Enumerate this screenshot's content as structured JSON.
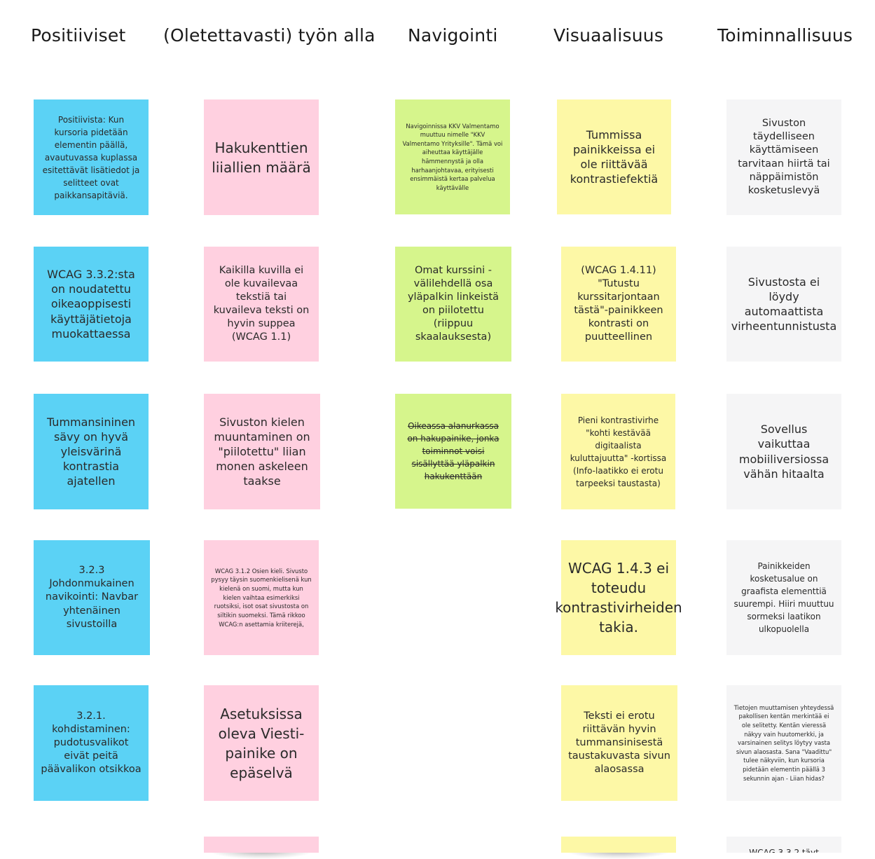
{
  "columns": [
    {
      "title": "Positiiviset"
    },
    {
      "title": "(Oletettavasti) työn alla"
    },
    {
      "title": "Navigointi"
    },
    {
      "title": "Visuaalisuus"
    },
    {
      "title": "Toiminnallisuus"
    }
  ],
  "colors": {
    "positive": "#5bd2f5",
    "in_progress": "#ffd0e0",
    "navigation": "#d6f58c",
    "visual": "#fdf8a6",
    "functionality": "#f5f5f6"
  },
  "notes": {
    "positive": [
      "Positiivista: Kun kursoria pidetään elementin päällä, avautuvassa kuplassa esitettävät lisätiedot ja selitteet ovat paikkansapitäviä.",
      "WCAG 3.3.2:sta on noudatettu oikeaoppisesti käyttäjätietoja muokattaessa",
      "Tummansininen sävy on hyvä yleisvärinä kontrastia ajatellen",
      "3.2.3 Johdonmukainen navikointi: Navbar yhtenäinen sivustoilla",
      "3.2.1. kohdistaminen: pudotusvalikot eivät peitä päävalikon otsikkoa"
    ],
    "in_progress": [
      "Hakukenttien liiallien määrä",
      "Kaikilla kuvilla ei ole kuvailevaa tekstiä tai kuvaileva teksti on hyvin suppea (WCAG 1.1)",
      "Sivuston kielen muuntaminen on \"piilotettu\" liian monen askeleen taakse",
      "WCAG 3.1.2 Osien kieli. Sivusto pysyy täysin suomenkielisenä kun kielenä on suomi, mutta kun kielen vaihtaa esimerkiksi ruotsiksi, isot osat sivustosta on siltikin suomeksi. Tämä rikkoo WCAG:n asettamia kriiterejä,",
      "Asetuksissa oleva Viesti-painike on epäselvä"
    ],
    "navigation": [
      "Navigoinnissa KKV Valmentamo muuttuu nimelle \"KKV Valmentamo Yrityksille\". Tämä voi aiheuttaa käyttäjälle hämmennystä ja olla harhaanjohtavaa, erityisesti ensimmäistä kertaa palvelua käyttävälle",
      "Omat kurssini -välilehdellä osa yläpalkin linkeistä on piilotettu (riippuu skaalauksesta)",
      "Oikeassa alanurkassa on hakupainike, jonka toiminnot voisi sisällyttää yläpalkin hakukenttään"
    ],
    "visual": [
      "Tummissa painikkeissa ei ole riittävää kontrastiefektiä",
      "(WCAG 1.4.11) \"Tutustu kurssitarjontaan tästä\"-painikkeen kontrasti on puutteellinen",
      "Pieni kontrastivirhe \"kohti kestävää digitaalista kuluttajuutta\" -kortissa (Info-laatikko ei erotu tarpeeksi taustasta)",
      "WCAG 1.4.3 ei toteudu kontrastivirheiden takia.",
      "Teksti ei erotu riittävän hyvin tummansinisestä taustakuvasta sivun alaosassa"
    ],
    "functionality": [
      "Sivuston täydelliseen käyttämiseen tarvitaan hiirtä tai näppäimistön kosketuslevyä",
      "Sivustosta ei löydy automaattista virheentunnistusta",
      "Sovellus vaikuttaa mobiiliversiossa vähän hitaalta",
      "Painikkeiden kosketusalue on graafista elementtiä suurempi. Hiiri muuttuu sormeksi laatikon ulkopuolella",
      "Tietojen muuttamisen yhteydessä pakollisen kentän merkintää ei ole selitetty. Kentän vieressä näkyy vain huutomerkki, ja varsinainen selitys löytyy vasta sivun alaosasta. Sana \"Vaadittu\" tulee näkyviin, kun kursoria pidetään elementin päällä 3 sekunnin ajan - Liian hidas?",
      "WCAG 3.3.2 täyt"
    ]
  }
}
